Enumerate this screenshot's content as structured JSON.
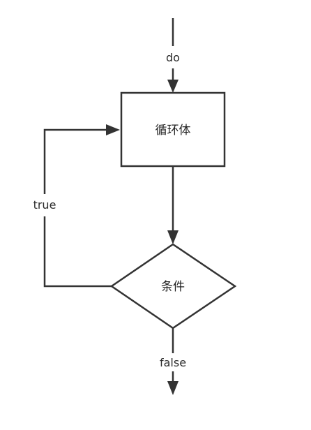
{
  "diagram": {
    "nodes": {
      "loop_body": {
        "label": "循环体",
        "shape": "rectangle"
      },
      "condition": {
        "label": "条件",
        "shape": "diamond"
      }
    },
    "edges": {
      "entry": {
        "label": "do"
      },
      "loop_back": {
        "label": "true"
      },
      "exit": {
        "label": "false"
      }
    },
    "colors": {
      "stroke": "#333333",
      "background": "#ffffff"
    }
  }
}
